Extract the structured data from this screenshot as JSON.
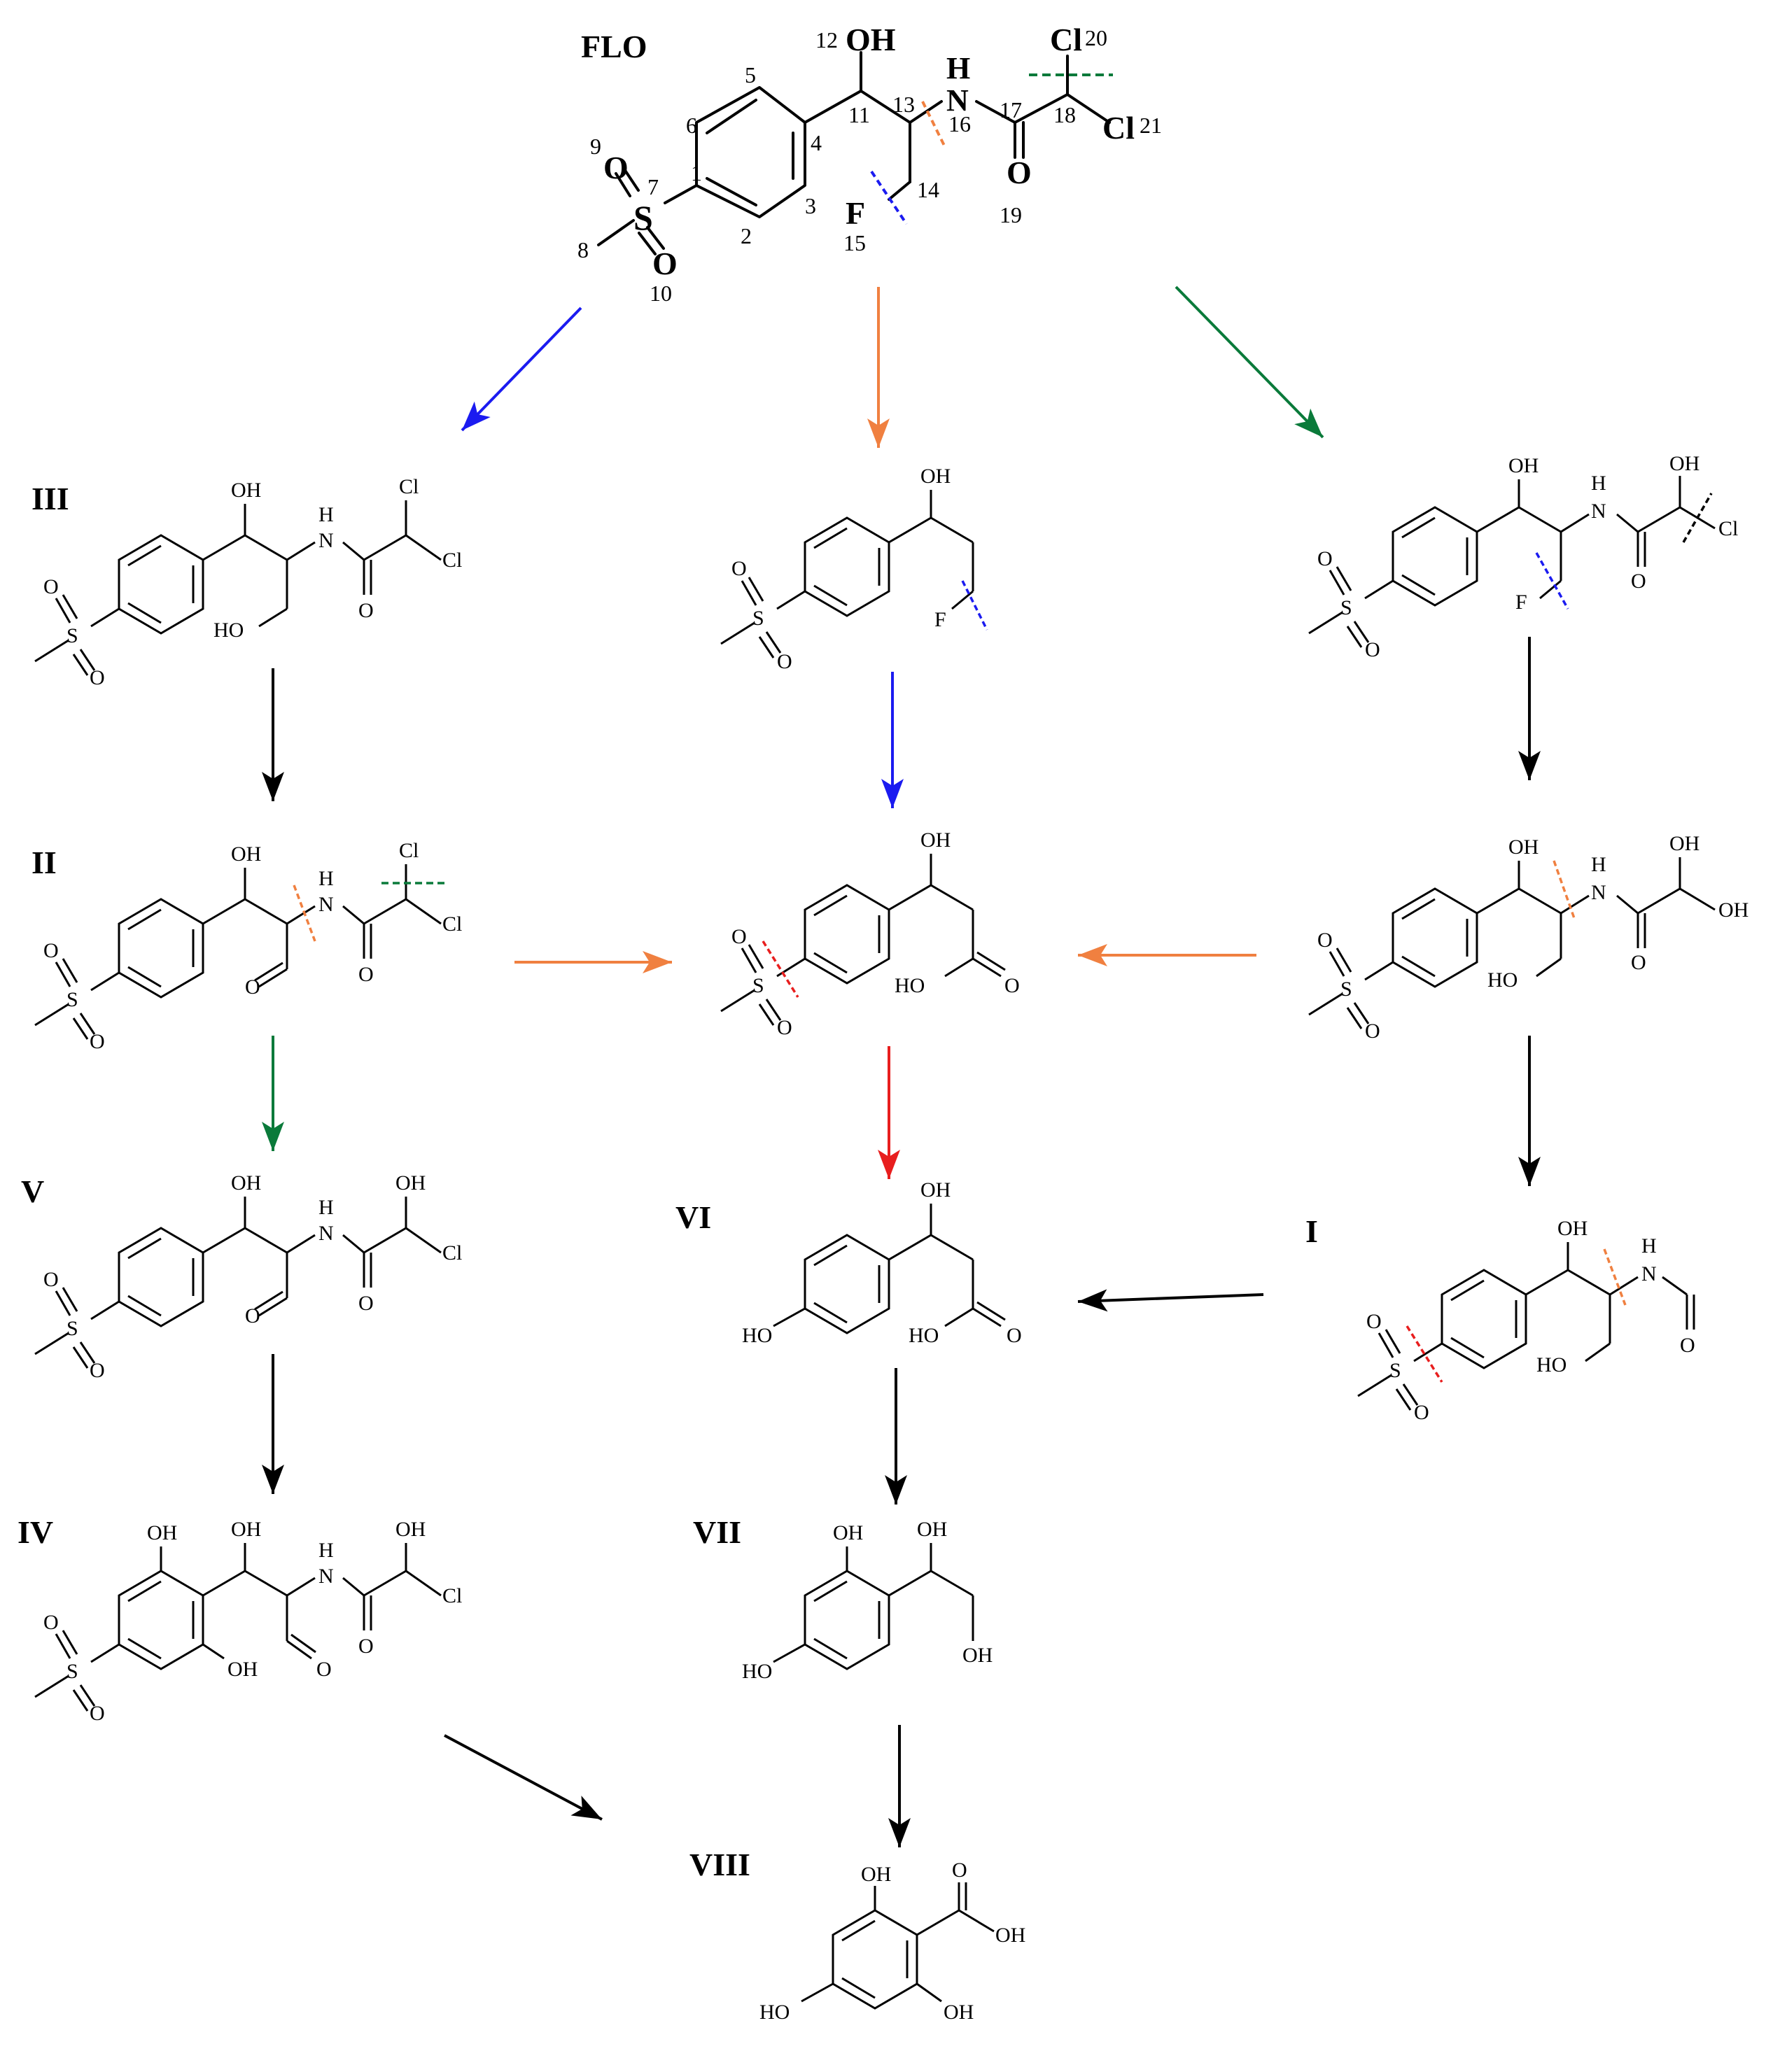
{
  "colors": {
    "blue": "#1b1bf0",
    "orange": "#f08040",
    "green": "#0a7a3a",
    "red": "#e81e1e",
    "black": "#000000"
  },
  "flo": {
    "title": "FLO",
    "atoms": {
      "oh": "OH",
      "nh_h": "H",
      "nh_n": "N",
      "cl20": "Cl",
      "cl21": "Cl",
      "o_dbl": "O",
      "f": "F",
      "s": "S",
      "o9": "O",
      "o10": "O"
    },
    "numbers": [
      "1",
      "2",
      "3",
      "4",
      "5",
      "6",
      "7",
      "8",
      "9",
      "10",
      "11",
      "12",
      "13",
      "14",
      "15",
      "16",
      "17",
      "18",
      "19",
      "20",
      "21"
    ]
  },
  "compounds": {
    "III": {
      "roman": "III",
      "atoms": [
        "OH",
        "H",
        "N",
        "Cl",
        "Cl",
        "O",
        "HO",
        "S",
        "O",
        "O"
      ]
    },
    "top_mid": {
      "atoms": [
        "OH",
        "F",
        "S",
        "O",
        "O"
      ]
    },
    "top_right": {
      "atoms": [
        "OH",
        "H",
        "N",
        "OH",
        "Cl",
        "O",
        "F",
        "S",
        "O",
        "O"
      ]
    },
    "II": {
      "roman": "II",
      "atoms": [
        "OH",
        "H",
        "N",
        "Cl",
        "Cl",
        "O",
        "O",
        "S",
        "O",
        "O"
      ]
    },
    "mid": {
      "atoms": [
        "OH",
        "HO",
        "O",
        "S",
        "O",
        "O"
      ]
    },
    "mid_right": {
      "atoms": [
        "OH",
        "H",
        "N",
        "OH",
        "OH",
        "O",
        "HO",
        "S",
        "O",
        "O"
      ]
    },
    "V": {
      "roman": "V",
      "atoms": [
        "OH",
        "H",
        "N",
        "OH",
        "Cl",
        "O",
        "O",
        "S",
        "O",
        "O"
      ]
    },
    "VI": {
      "roman": "VI",
      "atoms": [
        "OH",
        "HO",
        "HO",
        "O"
      ]
    },
    "I": {
      "roman": "I",
      "atoms": [
        "OH",
        "H",
        "N",
        "O",
        "HO",
        "S",
        "O",
        "O"
      ]
    },
    "IV": {
      "roman": "IV",
      "atoms": [
        "OH",
        "OH",
        "H",
        "N",
        "OH",
        "Cl",
        "O",
        "OH",
        "O",
        "S",
        "O",
        "O"
      ]
    },
    "VII": {
      "roman": "VII",
      "atoms": [
        "OH",
        "OH",
        "HO",
        "OH"
      ]
    },
    "VIII": {
      "roman": "VIII",
      "atoms": [
        "OH",
        "O",
        "OH",
        "HO",
        "OH"
      ]
    }
  },
  "arrows": [
    {
      "from": "FLO",
      "to": "III",
      "color": "blue"
    },
    {
      "from": "FLO",
      "to": "top_mid",
      "color": "orange"
    },
    {
      "from": "FLO",
      "to": "top_right",
      "color": "green"
    },
    {
      "from": "III",
      "to": "II",
      "color": "black"
    },
    {
      "from": "top_mid",
      "to": "mid",
      "color": "blue"
    },
    {
      "from": "top_right",
      "to": "mid_right",
      "color": "black"
    },
    {
      "from": "II",
      "to": "mid",
      "color": "orange"
    },
    {
      "from": "mid_right",
      "to": "mid",
      "color": "orange"
    },
    {
      "from": "II",
      "to": "V",
      "color": "green"
    },
    {
      "from": "mid",
      "to": "VI",
      "color": "red"
    },
    {
      "from": "mid_right",
      "to": "I",
      "color": "black"
    },
    {
      "from": "I",
      "to": "VI",
      "color": "black"
    },
    {
      "from": "V",
      "to": "IV",
      "color": "black"
    },
    {
      "from": "VI",
      "to": "VII",
      "color": "black"
    },
    {
      "from": "IV",
      "to": "VIII",
      "color": "black"
    },
    {
      "from": "VII",
      "to": "VIII",
      "color": "black"
    }
  ]
}
